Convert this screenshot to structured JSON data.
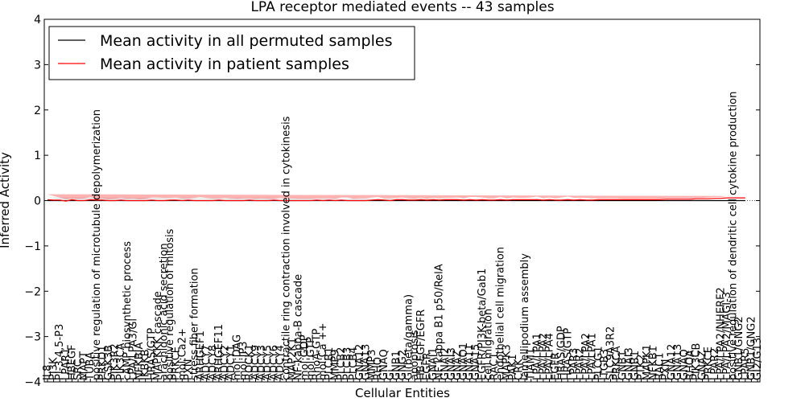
{
  "chart_data": {
    "type": "line",
    "title": "LPA receptor mediated events -- 43 samples",
    "xlabel": "Cellular Entities",
    "ylabel": "Inferred Activity",
    "ylim": [
      -4,
      4
    ],
    "yticks": [
      "4",
      "3",
      "2",
      "1",
      "0",
      "−1",
      "−2",
      "−3",
      "−4"
    ],
    "grid": false,
    "legend_placement": "top-left",
    "categories": [
      "IL8",
      "PI3K",
      "PI-3,4,5-P3",
      "LPAR1",
      "HBEGF",
      "SRC",
      "MAPT",
      "TUBA",
      "positive regulation of microtubule depolymerization",
      "PRKD1",
      "GSK3B",
      "PIK3R2",
      "PIK3CA",
      "cAMP biosynthetic process",
      "LPA/LPA3/Gi",
      "NFKBIA",
      "IKBKB",
      "HRAS/GTP",
      "MAPKKK cascade",
      "arachidonic acid secretion",
      "positive regulation of mitosis",
      "PRKCE",
      "mol:Ca2+",
      "PXN",
      "stress fiber formation",
      "ARHGEF1",
      "ADCY7",
      "ADCY8",
      "ARHGEF11",
      "ADCY2",
      "ADCY1",
      "mol:DAG",
      "mol:IP3",
      "ROCK1",
      "ADCY9",
      "ADCY3",
      "ADCY5",
      "ADCY6",
      "ADCY4",
      "contractile ring contraction involved in cytokinesis",
      "MAP2K1",
      "NF-kappa-B cascade",
      "mol:GDP",
      "mol:GTP",
      "RhoA-GTP",
      "mol:Ca ++",
      "PLCB1",
      "MMP9",
      "PLCB2",
      "PLCB3",
      "PLCB4",
      "GNA12",
      "GNA13",
      "MMP3",
      "RHO",
      "GNAQ",
      "Gi",
      "GNB1",
      "GNG2",
      "Gi(beta/gamma)",
      "apoptosis",
      "HB-EGF/EGFR",
      "EGFR",
      "GNAI1",
      "NF kappa B1 p50/RelA",
      "GNAI2",
      "GNAI3",
      "GNAZ",
      "GNAO1",
      "GNA11",
      "GNA15",
      "EGFR/PI3K-beta/Gab1",
      "cell migration",
      "RAC1",
      "endothelial cell migration",
      "MAPK3",
      "PAK1",
      "CRK",
      "lamellipodium assembly",
      "TIAM1",
      "LPA/LPA1",
      "LPA/LPA2",
      "LPA/LPA4",
      "EGFR",
      "HRAS/GDP",
      "HRAS/GTP",
      "LPAR3",
      "LPAR2",
      "LPA/LPA2",
      "LPA/LPA1",
      "PLCG1",
      "ITGB3",
      "SLC9A3R2",
      "PRKCA",
      "GNB1",
      "GNAI3",
      "GNB1",
      "PTK2",
      "MAPK1",
      "NFKB1",
      "RAC1",
      "PXN",
      "GNA12",
      "GNA13",
      "GNAQ",
      "RHOA",
      "PIK3CB",
      "GNAZ",
      "PRKCE",
      "LPAR2",
      "LPA/LPA2/NHERF2",
      "LPA/LPA2/MAGI-3",
      "positive regulation of dendritic cell cytokine production",
      "GNB1/GNG2",
      "LPAR5",
      "GNB1/GNG2",
      "GI2/G13"
    ],
    "series": [
      {
        "name": "Mean activity in all permuted samples",
        "color": "#000000",
        "values": [
          0,
          0,
          0,
          0,
          0,
          0,
          0,
          0,
          0,
          0,
          0,
          0,
          0,
          0,
          0,
          0,
          0,
          0,
          0,
          0,
          0,
          0,
          0,
          0,
          0,
          0,
          0,
          0,
          0,
          0,
          0,
          0,
          0,
          0,
          0,
          0,
          0,
          0,
          0,
          0,
          0,
          0,
          0,
          0,
          0,
          0,
          0,
          0,
          0,
          0,
          0,
          0,
          0,
          0,
          0,
          0,
          0,
          0,
          0,
          0,
          0,
          0,
          0,
          0,
          0,
          0,
          0,
          0,
          0,
          0,
          0,
          0,
          0,
          0,
          0,
          0,
          0,
          0,
          0,
          0,
          0,
          0,
          0,
          0,
          0,
          0,
          0,
          0,
          0,
          0,
          0,
          0,
          0,
          0,
          0,
          0,
          0,
          0,
          0,
          0,
          0,
          0,
          0,
          0,
          0,
          0,
          0,
          0,
          0,
          0,
          0,
          0,
          0,
          0,
          0
        ]
      },
      {
        "name": "Mean activity in patient samples",
        "color": "#ff0000",
        "values": [
          0.02,
          0.01,
          0.01,
          -0.01,
          0.02,
          0.0,
          0.0,
          0.02,
          0.01,
          0.01,
          0.0,
          0.0,
          0.01,
          0.0,
          0.0,
          0.0,
          0.0,
          0.01,
          0.0,
          0.0,
          0.01,
          0.01,
          0.0,
          0.01,
          0.0,
          0.0,
          0.0,
          0.0,
          0.01,
          0.0,
          0.0,
          0.0,
          0.0,
          0.01,
          0.0,
          0.0,
          0.0,
          0.01,
          0.0,
          0.0,
          0.0,
          0.0,
          0.0,
          0.0,
          0.01,
          0.0,
          0.01,
          0.0,
          0.01,
          0.0,
          0.0,
          0.0,
          0.0,
          0.01,
          0.02,
          0.01,
          0.0,
          0.02,
          0.02,
          0.01,
          0.01,
          0.02,
          0.01,
          0.02,
          0.01,
          0.02,
          0.02,
          0.02,
          0.01,
          0.02,
          0.01,
          0.02,
          0.01,
          0.01,
          0.02,
          0.01,
          0.02,
          0.02,
          0.02,
          0.02,
          0.02,
          0.01,
          0.02,
          0.01,
          0.01,
          0.02,
          0.01,
          0.02,
          0.01,
          0.01,
          0.02,
          0.02,
          0.02,
          0.02,
          0.02,
          0.02,
          0.02,
          0.02,
          0.02,
          0.02,
          0.02,
          0.03,
          0.03,
          0.03,
          0.03,
          0.03,
          0.04,
          0.04,
          0.04,
          0.05,
          0.05,
          0.06,
          0.06,
          0.06,
          0.06
        ]
      }
    ],
    "bands": {
      "patient_halfwidth": [
        0.12,
        0.09,
        0.06,
        0.04,
        0.03,
        0.04,
        0.05,
        0.06,
        0.03,
        0.04,
        0.03,
        0.04,
        0.05,
        0.04,
        0.05,
        0.03,
        0.04,
        0.06,
        0.07,
        0.06,
        0.05,
        0.06,
        0.05,
        0.04,
        0.06,
        0.08,
        0.06,
        0.05,
        0.04,
        0.06,
        0.05,
        0.04,
        0.05,
        0.04,
        0.04,
        0.05,
        0.04,
        0.03,
        0.06,
        0.05,
        0.05,
        0.04,
        0.04,
        0.04,
        0.04,
        0.05,
        0.04,
        0.04,
        0.06,
        0.07,
        0.04,
        0.05,
        0.05,
        0.06,
        0.06,
        0.04,
        0.05,
        0.04,
        0.05,
        0.04,
        0.03,
        0.04,
        0.03,
        0.04,
        0.04,
        0.04,
        0.04,
        0.05,
        0.04,
        0.06,
        0.07,
        0.05,
        0.04,
        0.04,
        0.06,
        0.04,
        0.05,
        0.04,
        0.04,
        0.05,
        0.07,
        0.04,
        0.05,
        0.04,
        0.06,
        0.07,
        0.05,
        0.04,
        0.05,
        0.04,
        0.03,
        0.03,
        0.03,
        0.03,
        0.02,
        0.02,
        0.02,
        0.02,
        0.02,
        0.02,
        0.02,
        0.02,
        0.02,
        0.02,
        0.02,
        0.02,
        0.02,
        0.02,
        0.03,
        0.03,
        0.03,
        0.04,
        0.04,
        0.04,
        0.04
      ],
      "permuted_halfwidth": [
        0.07,
        0.05,
        0.04,
        0.03,
        0.03,
        0.03,
        0.03,
        0.04,
        0.03,
        0.03,
        0.03,
        0.03,
        0.03,
        0.03,
        0.03,
        0.03,
        0.03,
        0.04,
        0.04,
        0.04,
        0.04,
        0.04,
        0.03,
        0.03,
        0.04,
        0.05,
        0.04,
        0.03,
        0.03,
        0.04,
        0.03,
        0.03,
        0.03,
        0.03,
        0.03,
        0.03,
        0.03,
        0.03,
        0.04,
        0.03,
        0.03,
        0.03,
        0.03,
        0.03,
        0.03,
        0.03,
        0.03,
        0.03,
        0.04,
        0.04,
        0.03,
        0.03,
        0.03,
        0.04,
        0.04,
        0.03,
        0.03,
        0.03,
        0.03,
        0.03,
        0.03,
        0.03,
        0.03,
        0.03,
        0.03,
        0.03,
        0.03,
        0.03,
        0.03,
        0.04,
        0.04,
        0.03,
        0.03,
        0.03,
        0.04,
        0.03,
        0.03,
        0.03,
        0.03,
        0.03,
        0.04,
        0.03,
        0.03,
        0.03,
        0.04,
        0.04,
        0.03,
        0.03,
        0.03,
        0.03,
        0.02,
        0.02,
        0.02,
        0.02,
        0.02,
        0.02,
        0.02,
        0.02,
        0.02,
        0.02,
        0.02,
        0.02,
        0.02,
        0.02,
        0.02,
        0.02,
        0.02,
        0.02,
        0.02,
        0.02,
        0.02,
        0.02,
        0.02,
        0.02,
        0.02
      ]
    }
  }
}
